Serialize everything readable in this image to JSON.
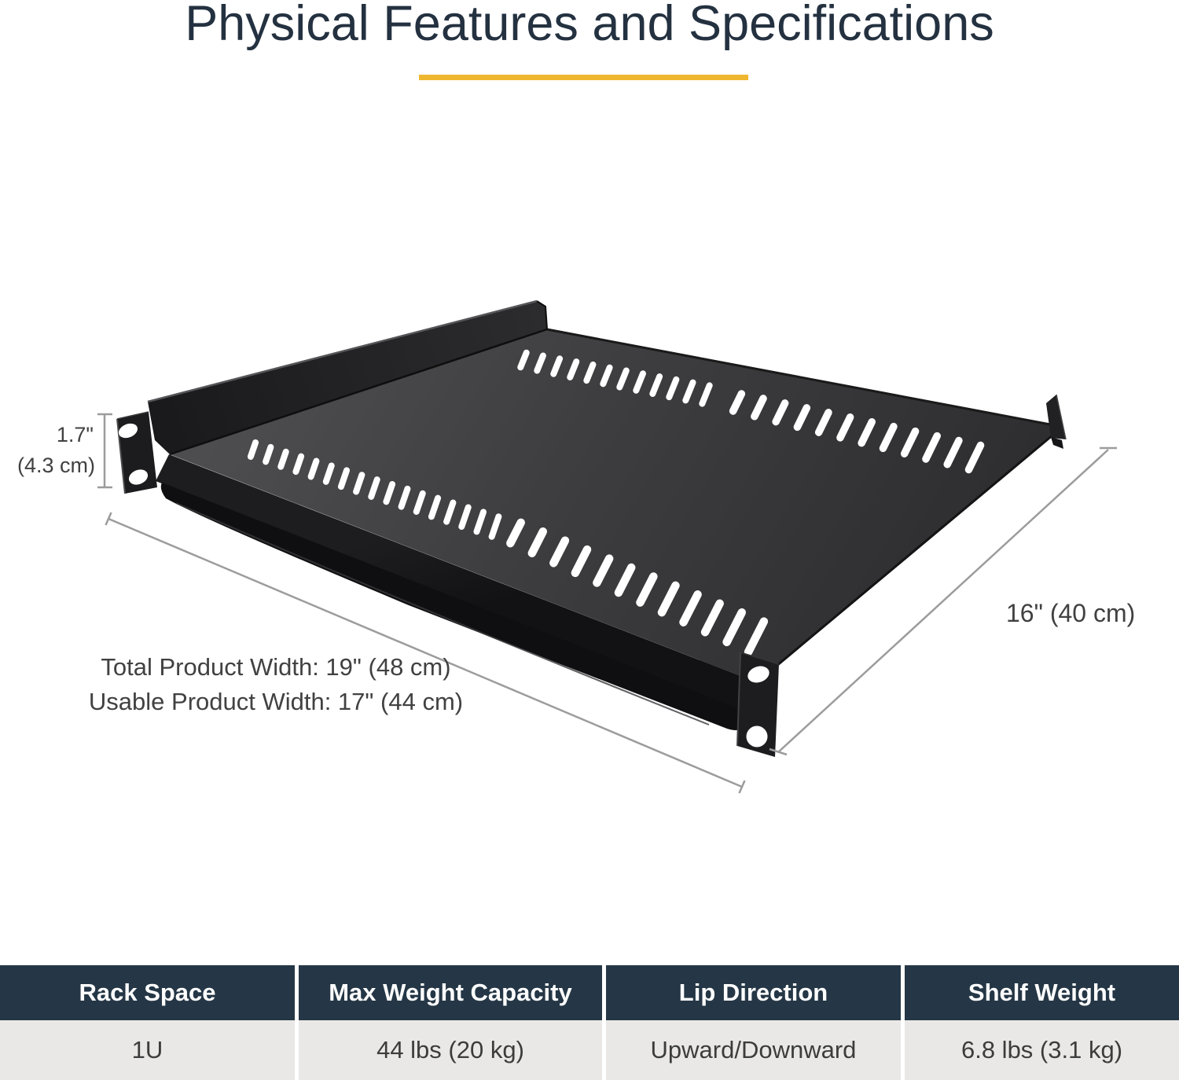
{
  "title": "Physical Features and Specifications",
  "colors": {
    "accent_underline": "#EFB72F",
    "table_header_bg": "#253746",
    "table_value_bg": "#E9E8E6",
    "title_text": "#243140",
    "product_metal": "#3C3C3E"
  },
  "dimensions": {
    "height_in": "1.7\"",
    "height_cm": "(4.3 cm)",
    "depth": "16\" (40 cm)",
    "total_width": "Total Product Width: 19\" (48 cm)",
    "usable_width": "Usable Product Width: 17\" (44 cm)"
  },
  "spec_table": {
    "columns": [
      {
        "header": "Rack Space",
        "value": "1U"
      },
      {
        "header": "Max Weight Capacity",
        "value": "44 lbs (20 kg)"
      },
      {
        "header": "Lip Direction",
        "value": "Upward/Downward"
      },
      {
        "header": "Shelf Weight",
        "value": "6.8 lbs (3.1 kg)"
      }
    ]
  }
}
